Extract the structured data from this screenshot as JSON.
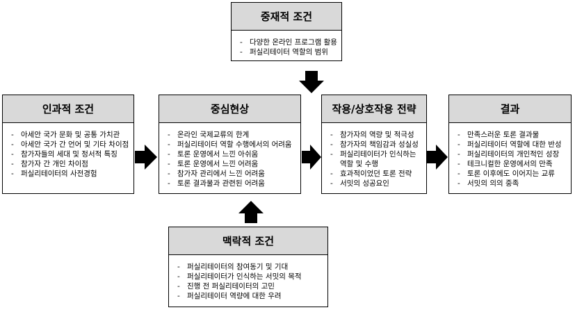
{
  "intervening": {
    "title": "중재적 조건",
    "items": [
      "다양한 온라인 프로그램 활용",
      "퍼실리테이터 역할의 범위"
    ]
  },
  "causal": {
    "title": "인과적 조건",
    "items": [
      "아세안 국가 문화 및 공통 가치관",
      "아세안 국가 간 언어 및 기타 차이점",
      "참가자들의 세대 및 정서적 특징",
      "참가자 간 개인 차이점",
      "퍼실리테이터의 사전경험"
    ]
  },
  "phenomenon": {
    "title": "중심현상",
    "items": [
      "온라인 국제교류의 한계",
      "퍼실리테이터 역할 수행에서의 어려움",
      "토론 운영에서 느낀 아쉬움",
      "토론 운영에서 느낀 어려움",
      "참가자 관리에서 느낀 어려움",
      "토론 결과물과 관련된 어려움"
    ]
  },
  "strategy": {
    "title": "작용/상호작용 전략",
    "items": [
      "참가자의 역량 및 적극성",
      "참가자의 책임감과 성실성",
      "퍼실리테이터가 인식하는 역할 및 수행",
      "효과적이었던 토론 전략",
      "서밋의 성공요인"
    ]
  },
  "result": {
    "title": "결과",
    "items": [
      "만족스러운 토론 결과물",
      "퍼실리테이터 역할에 대한 반성",
      "퍼실리테이터의 개인적인 성장",
      "테크니컬한 운영에서의 만족",
      "토론 이후에도 이어지는 교류",
      "서밋의 의의 중족"
    ]
  },
  "context": {
    "title": "맥락적 조건",
    "items": [
      "퍼실리테이터의 참여동기 및 기대",
      "퍼실리테이터가 인식하는 서밋의 목적",
      "진행 전 퍼실리테이터의 고민",
      "퍼실리테이터 역량에 대한 우려"
    ]
  }
}
